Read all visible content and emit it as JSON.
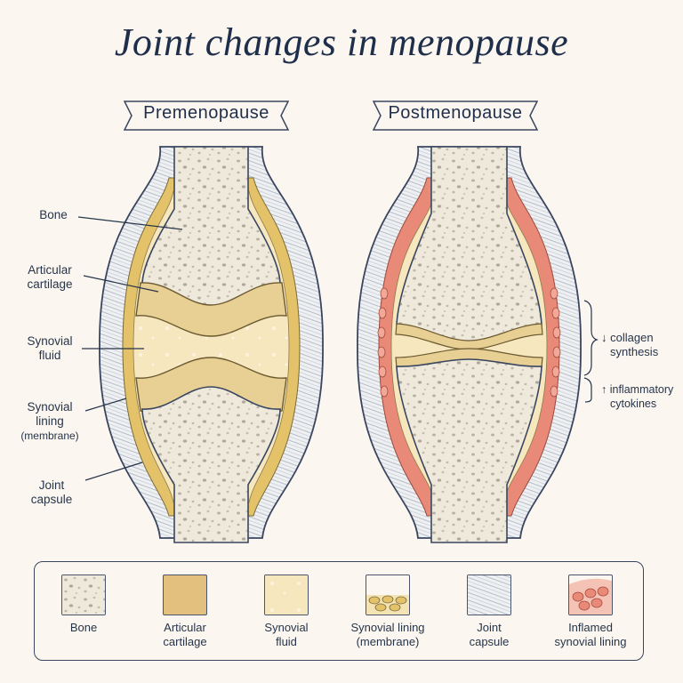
{
  "title": "Joint changes in menopause",
  "panels": {
    "left": {
      "heading": "Premenopause"
    },
    "right": {
      "heading": "Postmenopause"
    }
  },
  "labels": {
    "bone": "Bone",
    "articular_cartilage": [
      "Articular",
      "cartilage"
    ],
    "synovial_fluid": [
      "Synovial",
      "fluid"
    ],
    "synovial_lining": [
      "Synovial",
      "lining",
      "(membrane)"
    ],
    "joint_capsule": [
      "Joint",
      "capsule"
    ]
  },
  "annotations": {
    "collagen": {
      "arrow": "↓",
      "line1": "collagen",
      "line2": "synthesis"
    },
    "cytokines": {
      "arrow": "↑",
      "line1": "inflammatory",
      "line2": "cytokines"
    }
  },
  "legend": [
    {
      "icon": "bone-swatch-icon",
      "label": [
        "Bone"
      ]
    },
    {
      "icon": "articular-cartilage-swatch-icon",
      "label": [
        "Articular",
        "cartilage"
      ]
    },
    {
      "icon": "synovial-fluid-swatch-icon",
      "label": [
        "Synovial",
        "fluid"
      ]
    },
    {
      "icon": "synovial-lining-swatch-icon",
      "label": [
        "Synovial lining",
        "(membrane)"
      ]
    },
    {
      "icon": "joint-capsule-swatch-icon",
      "label": [
        "Joint",
        "capsule"
      ]
    },
    {
      "icon": "inflamed-synovial-lining-swatch-icon",
      "label": [
        "Inflamed",
        "synovial lining"
      ]
    }
  ],
  "colors": {
    "background": "#fbf7f0",
    "ink": "#26344a",
    "bone": "#efe9dc",
    "cartilage": "#e8cf94",
    "fluid": "#f6e7bf",
    "lining": "#e3c26a",
    "inflamed": "#e98a78"
  }
}
